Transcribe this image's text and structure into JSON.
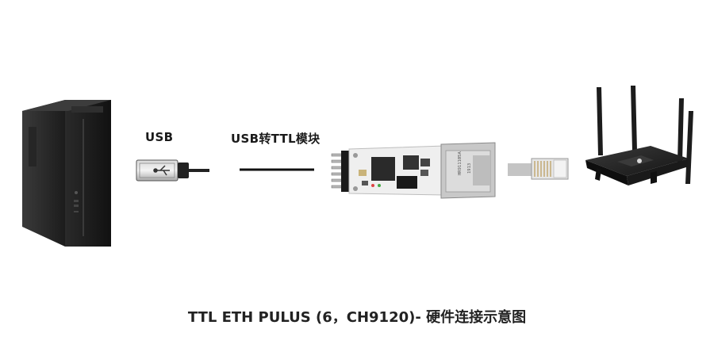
{
  "labels": {
    "usb": "USB",
    "module": "USB转TTL模块"
  },
  "pcb_text": {
    "jack_line1": "HR911105A",
    "jack_line2": "1913"
  },
  "caption": "TTL ETH PULUS (6，CH9120)- 硬件连接示意图"
}
